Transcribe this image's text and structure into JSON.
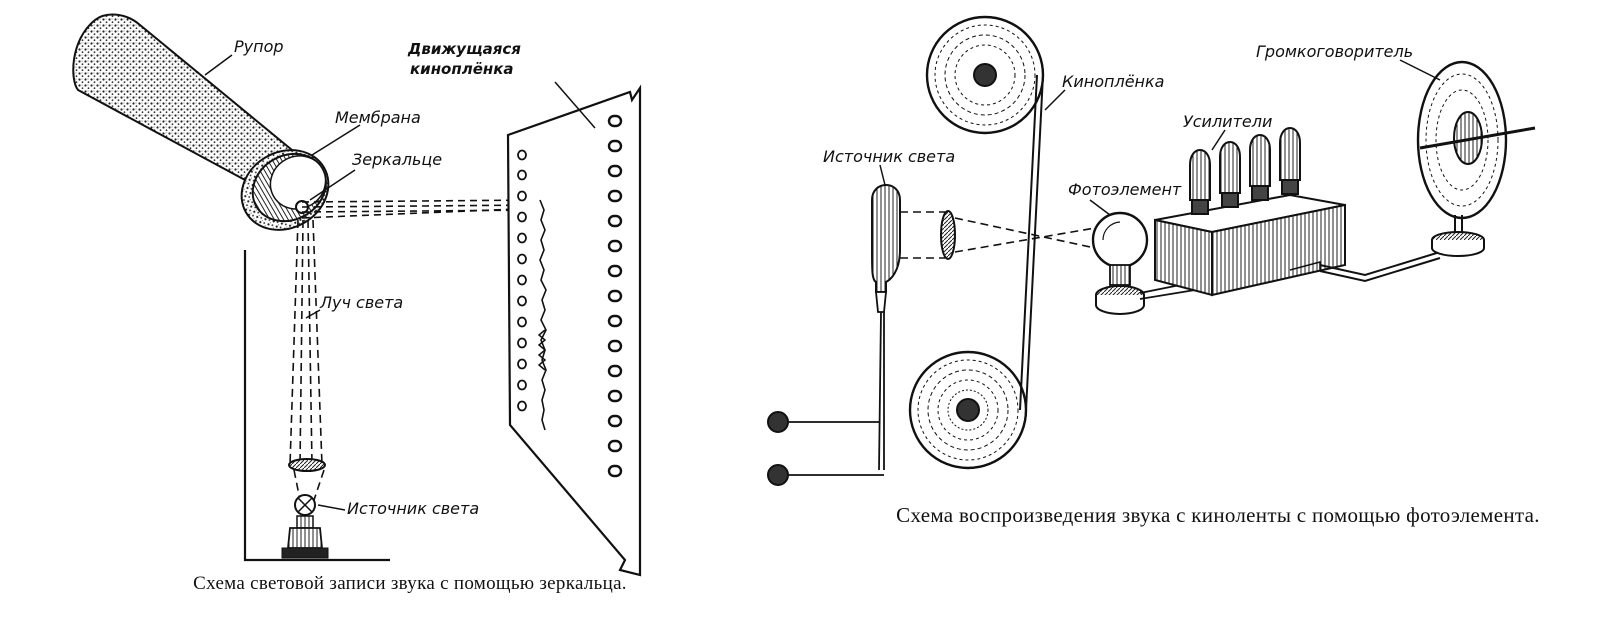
{
  "left_diagram": {
    "labels": {
      "horn": "Рупор",
      "film": "Движущаяся\nкиноплёнка",
      "membrane": "Мембрана",
      "mirror": "Зеркальце",
      "light_beam": "Луч света",
      "light_source": "Источник света"
    },
    "caption": "Схема световой записи звука с помощью зеркальца."
  },
  "right_diagram": {
    "labels": {
      "film": "Киноплёнка",
      "loudspeaker": "Громкоговоритель",
      "amplifiers": "Усилители",
      "light_source": "Источник света",
      "photocell": "Фотоэлемент"
    },
    "caption": "Схема воспроизведения звука с киноленты с помощью фотоэлемента."
  }
}
